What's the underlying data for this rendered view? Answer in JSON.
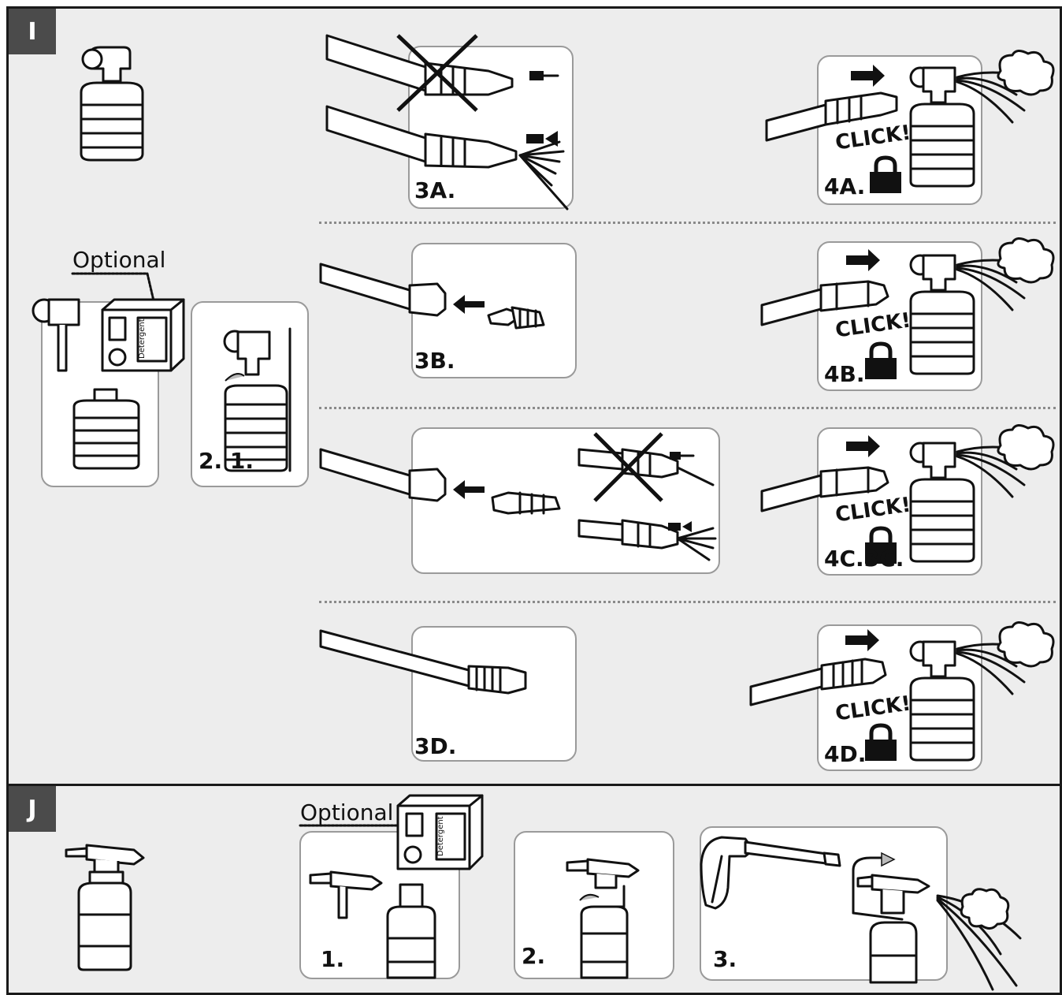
{
  "sections": {
    "i": {
      "tab": "I"
    },
    "j": {
      "tab": "J"
    }
  },
  "labels": {
    "optional": "Optional",
    "click": "CLICK!",
    "detergent": "Detergent"
  },
  "steps": {
    "i_2": "2. 1.",
    "i_3a": "3A.",
    "i_3b": "3B.",
    "i_3d": "3D.",
    "i_4a": "4A.",
    "i_4b": "4B.",
    "i_4c": "4C.3C.",
    "i_4d": "4D.",
    "j_1": "1.",
    "j_2": "2.",
    "j_3": "3."
  },
  "icons": [
    "foam-bottle-icon",
    "detergent-box-icon",
    "lance-icon",
    "lock-icon",
    "arrow-right-icon",
    "cross-icon",
    "spray-icon",
    "foam-cloud-icon",
    "spray-gun-icon"
  ]
}
